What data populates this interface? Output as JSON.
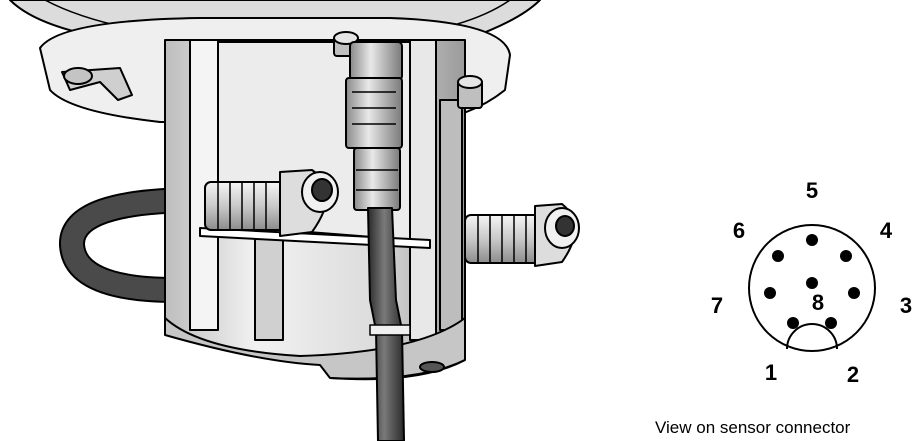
{
  "connector": {
    "pins": [
      {
        "label": "5"
      },
      {
        "label": "6"
      },
      {
        "label": "4"
      },
      {
        "label": "7"
      },
      {
        "label": "8"
      },
      {
        "label": "3"
      },
      {
        "label": "1"
      },
      {
        "label": "2"
      }
    ],
    "caption": "View on sensor connector"
  },
  "colors": {
    "line": "#000000",
    "metal_light": "#e6e6e6",
    "metal_mid": "#c8c8c8",
    "metal_dark": "#8a8a8a",
    "cable": "#3a3a3a"
  }
}
